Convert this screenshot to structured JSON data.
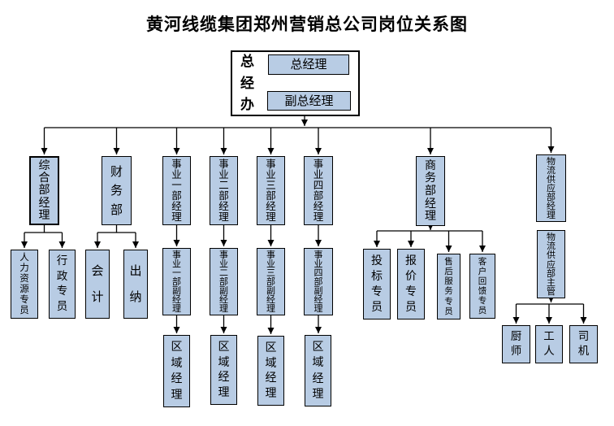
{
  "title": "黄河线缆集团郑州营销总公司岗位关系图",
  "colors": {
    "box_fill": "#B8CCE4",
    "box_border": "#000000",
    "connector_line": "#000000",
    "background": "#FFFFFF",
    "text": "#000000"
  },
  "executive_office": {
    "label": "总经办",
    "general_manager": "总经理",
    "deputy_general_manager": "副总经理"
  },
  "departments": {
    "general_affairs": {
      "manager": "综合部经理",
      "staff": {
        "hr": "人力资源专员",
        "admin": "行政专员"
      }
    },
    "finance": {
      "label": "财务部",
      "staff": {
        "accountant": "会计",
        "cashier": "出纳"
      }
    },
    "business_unit_1": {
      "manager": "事业一部经理",
      "deputy": "事业一部副经理",
      "regional": "区域经理"
    },
    "business_unit_2": {
      "manager": "事业二部经理",
      "deputy": "事业二部副经理",
      "regional": "区域经理"
    },
    "business_unit_3": {
      "manager": "事业三部经理",
      "deputy": "事业三部副经理",
      "regional": "区域经理"
    },
    "business_unit_4": {
      "manager": "事业四部经理",
      "deputy": "事业四部副经理",
      "regional": "区域经理"
    },
    "commerce": {
      "manager": "商务部经理",
      "staff": {
        "bidding": "投标专员",
        "quotation": "报价专员",
        "aftersales": "售后服务专员",
        "feedback": "客户回馈专员"
      }
    },
    "logistics": {
      "manager": "物流供应部经理",
      "supervisor": "物流供应部主管",
      "staff": {
        "chef": "厨师",
        "worker": "工人",
        "driver": "司机"
      }
    }
  }
}
